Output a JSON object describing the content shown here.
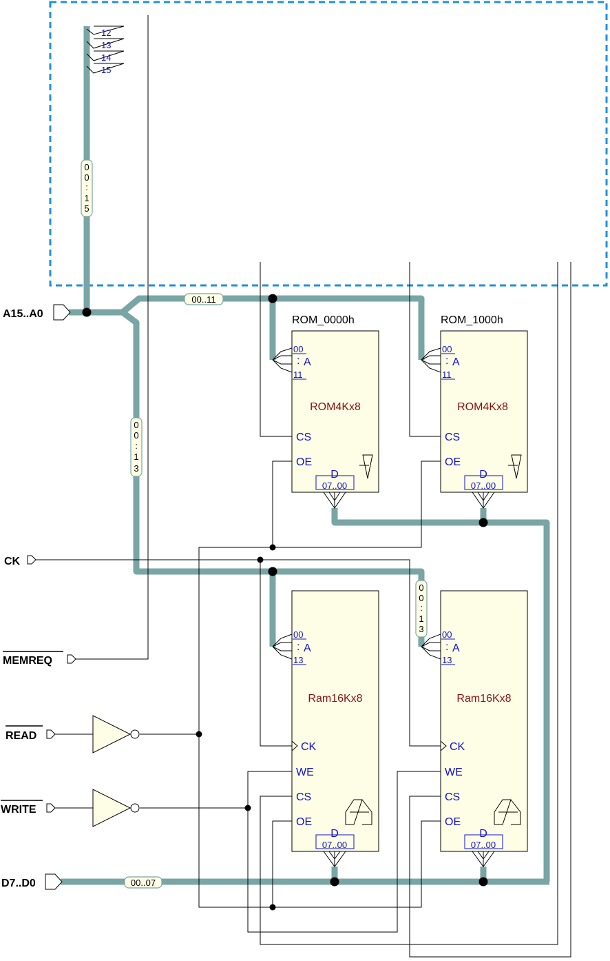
{
  "ports": {
    "address": "A15..A0",
    "clock": "CK",
    "memreq": "MEMREQ",
    "read": "READ",
    "write": "WRITE",
    "data": "D7..D0"
  },
  "bus_labels": {
    "vertical_main": [
      "0",
      "0",
      ":",
      "1",
      "5"
    ],
    "rom_address": "00..11",
    "ram_address": [
      "0",
      "0",
      ":",
      "1",
      "3"
    ],
    "ram_address_right": [
      "0",
      "0",
      ":",
      "1",
      "3"
    ],
    "data": "00..07"
  },
  "address_taps": [
    "12",
    "13",
    "14",
    "15"
  ],
  "roms": [
    {
      "instance": "ROM_0000h",
      "type": "ROM4Kx8",
      "addr_low": "00",
      "addr_sep": ":",
      "addr_name": "A",
      "addr_high": "11",
      "cs": "CS",
      "oe": "OE",
      "data_name": "D",
      "data_range": "07..00"
    },
    {
      "instance": "ROM_1000h",
      "type": "ROM4Kx8",
      "addr_low": "00",
      "addr_sep": ":",
      "addr_name": "A",
      "addr_high": "11",
      "cs": "CS",
      "oe": "OE",
      "data_name": "D",
      "data_range": "07..00"
    }
  ],
  "rams": [
    {
      "type": "Ram16Kx8",
      "addr_low": "00",
      "addr_sep": ":",
      "addr_name": "A",
      "addr_high": "13",
      "ck": "CK",
      "we": "WE",
      "cs": "CS",
      "oe": "OE",
      "data_name": "D",
      "data_range": "07..00"
    },
    {
      "type": "Ram16Kx8",
      "addr_low": "00",
      "addr_sep": ":",
      "addr_name": "A",
      "addr_high": "13",
      "ck": "CK",
      "we": "WE",
      "cs": "CS",
      "oe": "OE",
      "data_name": "D",
      "data_range": "07..00"
    }
  ],
  "colors": {
    "bus": "#79a5a5",
    "chip_fill": "#fefee6",
    "pin_text": "#1010d0",
    "chip_type_text": "#8a1010",
    "decoder_region_border": "#1e90e0"
  }
}
